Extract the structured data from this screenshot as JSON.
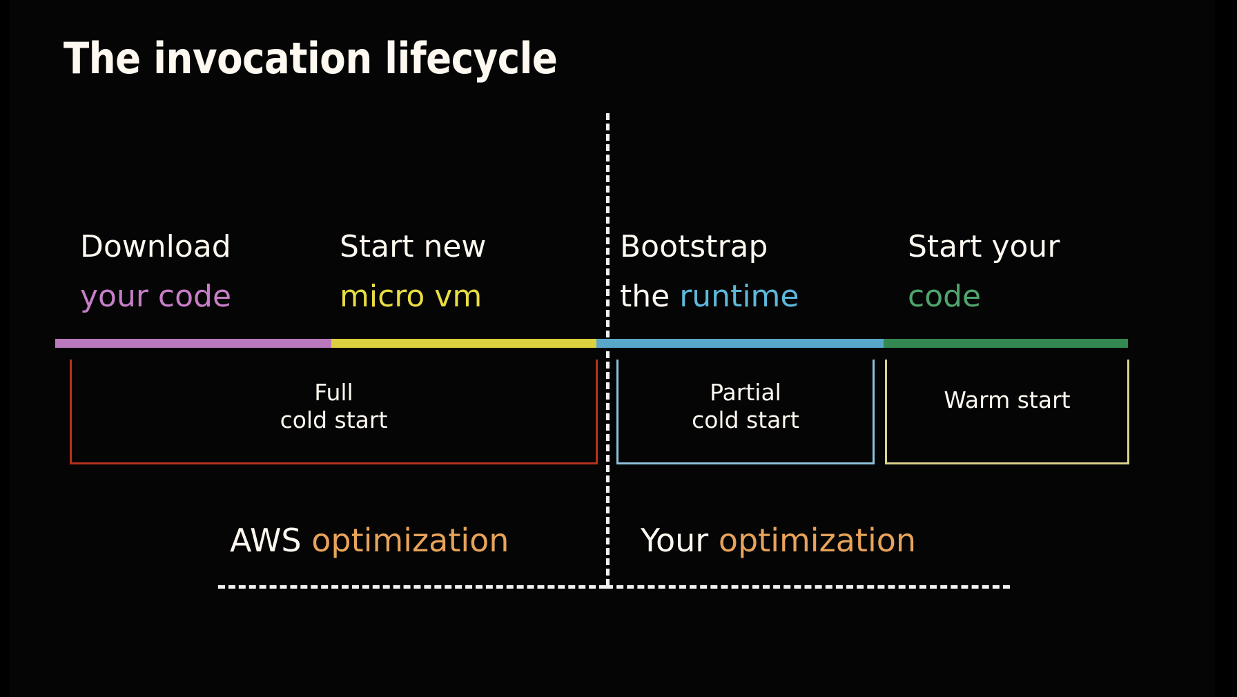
{
  "slide": {
    "title": "The invocation lifecycle",
    "background_color": "#050505",
    "text_color": "#fdf8f0"
  },
  "phases": [
    {
      "line1": "Download",
      "line2_prefix": "",
      "line2_accent": "your code",
      "accent_color": "#c77ec7",
      "bar_color": "#bb79bd"
    },
    {
      "line1": "Start new",
      "line2_prefix": "",
      "line2_accent": "micro vm",
      "accent_color": "#e8dd43",
      "bar_color": "#dbd03f"
    },
    {
      "line1": "Bootstrap",
      "line2_prefix": "the ",
      "line2_accent": "runtime",
      "accent_color": "#5eb8da",
      "bar_color": "#58a8cb"
    },
    {
      "line1": "Start your",
      "line2_prefix": "",
      "line2_accent": "code",
      "accent_color": "#4fa56d",
      "bar_color": "#348852"
    }
  ],
  "brackets": [
    {
      "label": "Full\ncold start",
      "border_color": "#b8321c"
    },
    {
      "label": "Partial\ncold start",
      "border_color": "#8ec3dc"
    },
    {
      "label": "Warm start",
      "border_color": "#dcd28e"
    }
  ],
  "optimization": [
    {
      "prefix": "AWS ",
      "accent": "optimization",
      "accent_color": "#e8a35a"
    },
    {
      "prefix": "Your ",
      "accent": "optimization",
      "accent_color": "#e8a35a"
    }
  ],
  "dividers": {
    "vertical_color": "#f2f2f2",
    "bottom_rule_color": "#f2f2f2"
  }
}
